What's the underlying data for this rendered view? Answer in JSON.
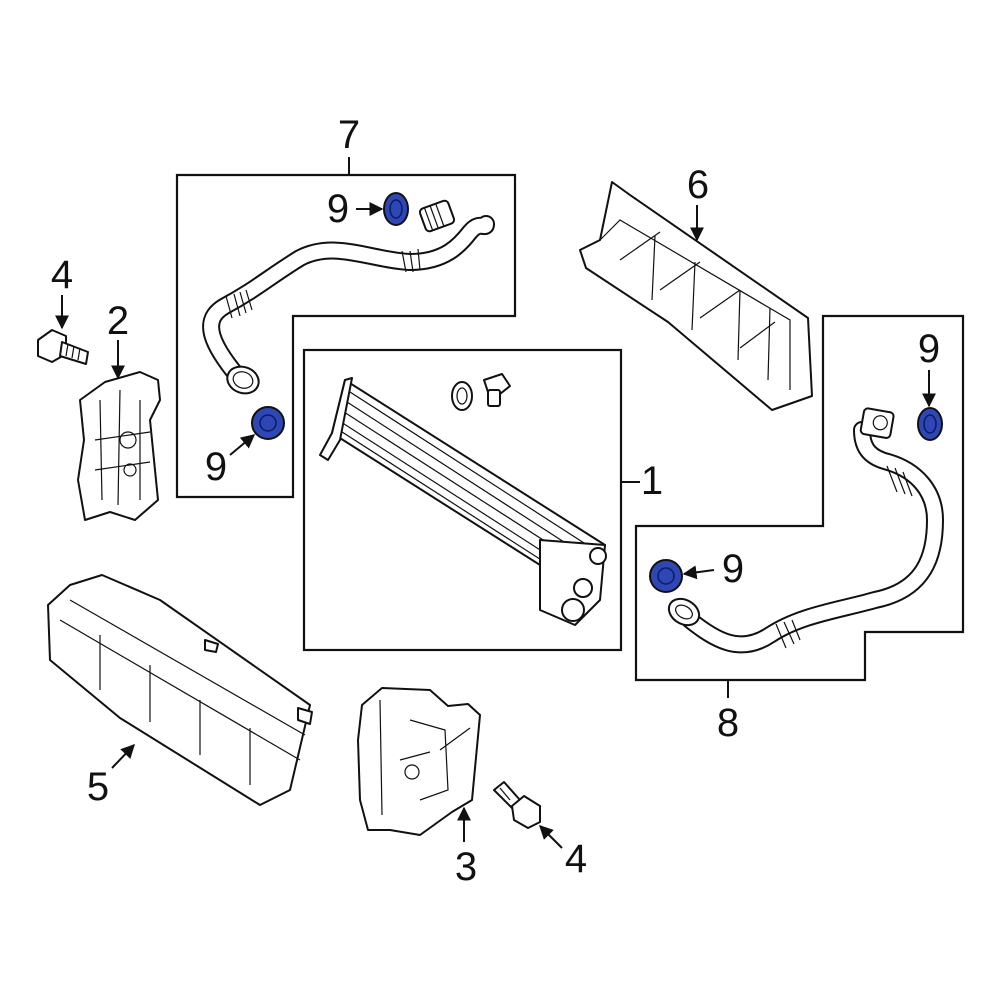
{
  "callouts": {
    "part1": "1",
    "part2": "2",
    "part3": "3",
    "part4a": "4",
    "part4b": "4",
    "part5": "5",
    "part6": "6",
    "part7": "7",
    "part8": "8",
    "part9a": "9",
    "part9b": "9",
    "part9c": "9",
    "part9d": "9"
  },
  "colors": {
    "seal": "#2f47b5",
    "line": "#111111",
    "background": "#ffffff"
  }
}
